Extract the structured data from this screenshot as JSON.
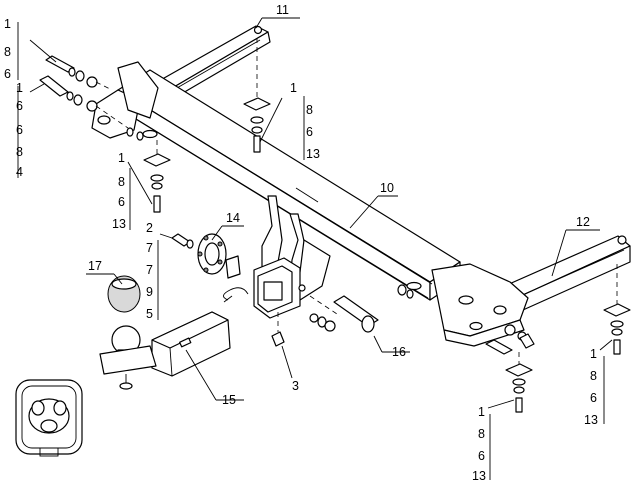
{
  "title": "",
  "diagram": {
    "callouts": [
      {
        "id": "c11",
        "label": "11"
      },
      {
        "id": "c10",
        "label": "10"
      },
      {
        "id": "c12",
        "label": "12"
      },
      {
        "id": "c14",
        "label": "14"
      },
      {
        "id": "c17",
        "label": "17"
      },
      {
        "id": "c15",
        "label": "15"
      },
      {
        "id": "c3",
        "label": "3"
      },
      {
        "id": "c16",
        "label": "16"
      }
    ],
    "stacks": [
      {
        "id": "s_topleft",
        "labels": [
          "1",
          "8",
          "6"
        ]
      },
      {
        "id": "s_left2",
        "labels": [
          "1",
          "6",
          "6",
          "8",
          "4"
        ]
      },
      {
        "id": "s_mid_top",
        "labels": [
          "1",
          "8",
          "6",
          "13"
        ]
      },
      {
        "id": "s_mid_left",
        "labels": [
          "1",
          "8",
          "6",
          "13"
        ]
      },
      {
        "id": "s_bracket14",
        "labels": [
          "2",
          "7",
          "7",
          "9",
          "5"
        ]
      },
      {
        "id": "s_right",
        "labels": [
          "1",
          "8",
          "6",
          "13"
        ]
      },
      {
        "id": "s_bottom",
        "labels": [
          "1",
          "8",
          "6",
          "13"
        ]
      }
    ]
  }
}
